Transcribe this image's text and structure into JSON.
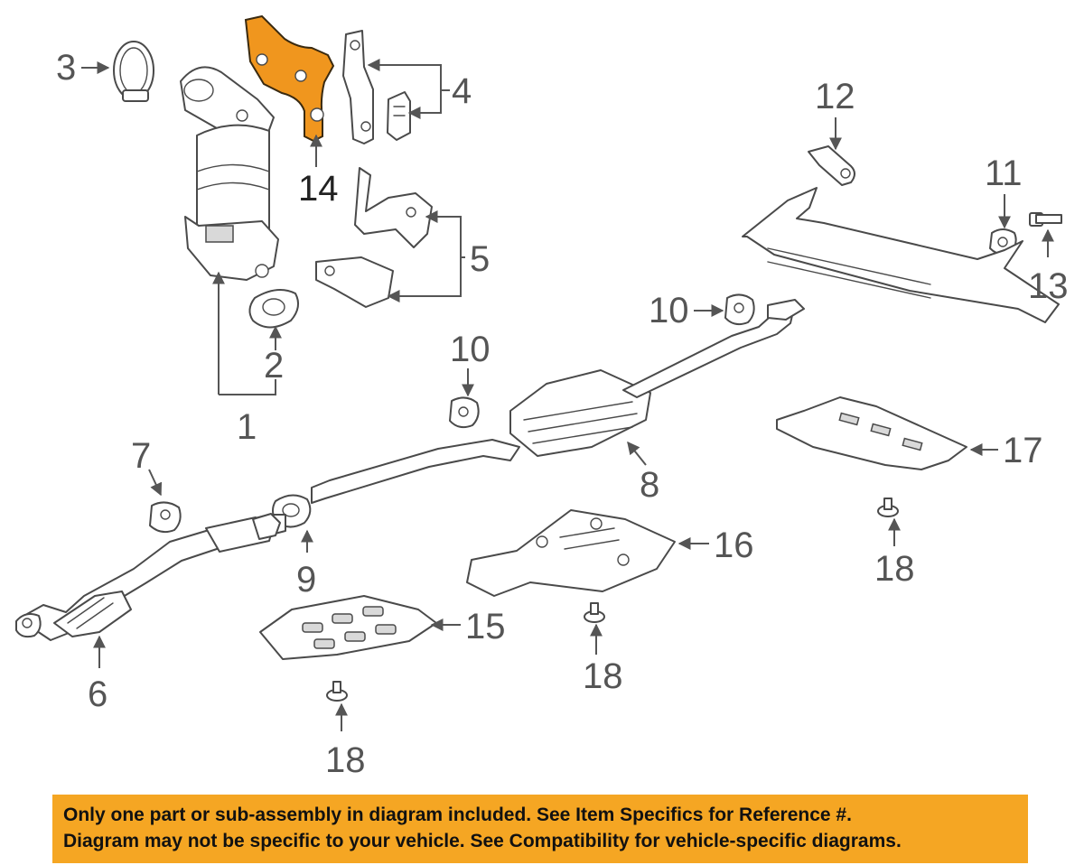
{
  "colors": {
    "highlight": "#f0961e",
    "banner": "#f5a623",
    "line": "#4a4a4a",
    "callout_text": "#555555"
  },
  "highlighted_part": "14",
  "callouts": {
    "c1": "1",
    "c2": "2",
    "c3": "3",
    "c4": "4",
    "c5": "5",
    "c6": "6",
    "c7": "7",
    "c8": "8",
    "c9": "9",
    "c10a": "10",
    "c10b": "10",
    "c11": "11",
    "c12": "12",
    "c13": "13",
    "c14": "14",
    "c15": "15",
    "c16": "16",
    "c17": "17",
    "c18a": "18",
    "c18b": "18",
    "c18c": "18"
  },
  "banner": {
    "line1": "Only one part or sub-assembly in diagram included. See Item Specifics for Reference #.",
    "line2": "Diagram may not be specific to your vehicle. See Compatibility for vehicle-specific diagrams."
  }
}
